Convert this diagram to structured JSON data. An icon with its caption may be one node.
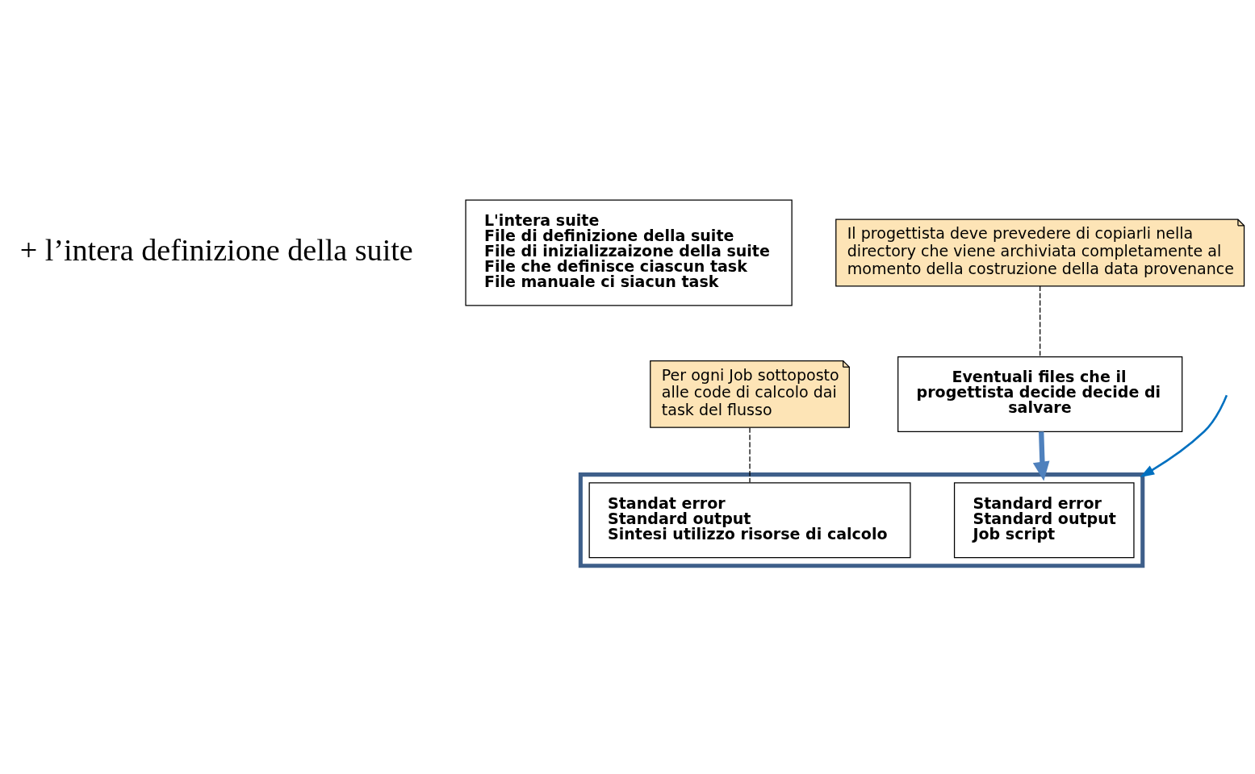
{
  "diagram": {
    "nodes": [
      {
        "text": [
          "L'intera suite",
          "File di definizione della suite",
          "File di inizializzaizone della suite",
          "File che definisce ciascun task",
          "File manuale ci siacun task"
        ]
      },
      {
        "text": [],
        "shape": "box"
      },
      {
        "text": [
          "Standard error",
          "Standard output",
          "Job script"
        ],
        "in": 1
      },
      {
        "text": [
          "Standat error",
          "Standard output",
          "Sintesi utilizzo risorse di calcolo"
        ],
        "in": 1
      },
      {
        "text": [
          "Per ogni Job sottoposto alle code di calcolo dai task del flusso"
        ]
      },
      {
        "text": [
          "Eventuali files che il progettista decide decide di salvare"
        ]
      },
      {
        "text": [
          "Il progettista deve prevedere di copiarli nella directory che viene archiviata completamente al momento della costruzione della data provenance"
        ]
      }
    ],
    "edges": [
      {
        "from": null,
        "to": 1,
        "arrow": "to",
        "color": "#0070c0"
      },
      {
        "from": 4,
        "to": 3,
        "arrow": "none",
        "style": "dashed"
      },
      {
        "from": 5,
        "to": 1,
        "arrow": "to",
        "style": "thick",
        "color": "#4f81bd"
      },
      {
        "from": 6,
        "to": 5,
        "arrow": "none",
        "style": "dashed"
      }
    ],
    "labels": [
      "+ l’intera definizione della suite"
    ]
  }
}
